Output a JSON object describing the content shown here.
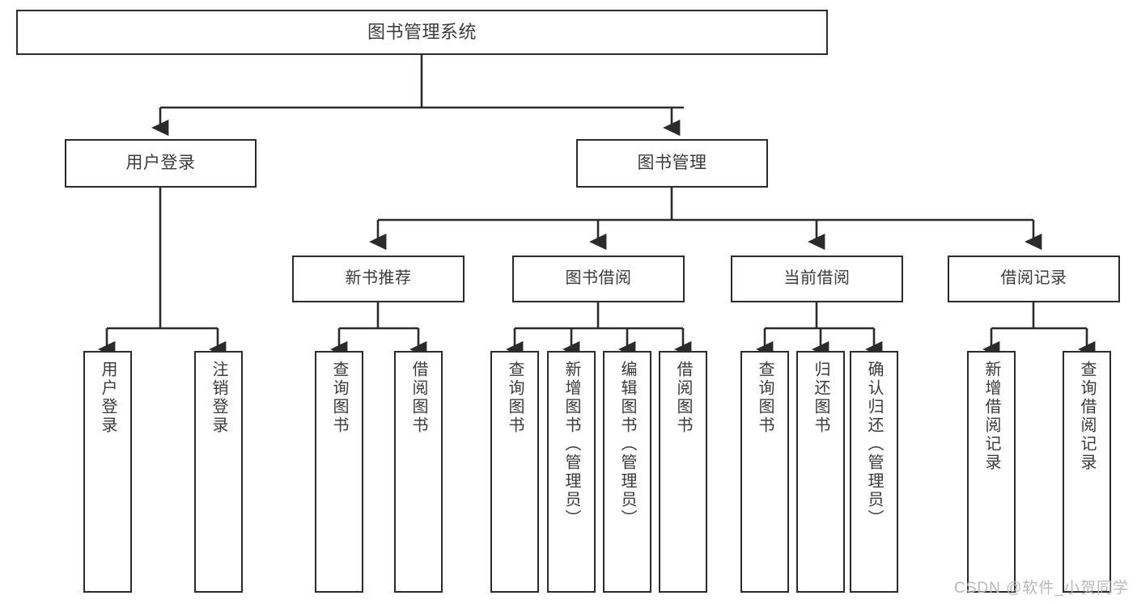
{
  "diagram": {
    "title": "图书管理系统",
    "type": "hierarchy-tree",
    "orientation": "top-down",
    "colors": {
      "stroke": "#2b2b2b",
      "fill": "#ffffff",
      "text": "#3b3b3b",
      "watermark": "#b9b9b9",
      "background": "#ffffff"
    },
    "levels": {
      "root": [
        "图书管理系统"
      ],
      "level2": [
        "用户登录",
        "图书管理"
      ],
      "level3": [
        "新书推荐",
        "图书借阅",
        "当前借阅",
        "借阅记录"
      ],
      "leaves": [
        "用户登录",
        "注销登录",
        "查询图书",
        "借阅图书",
        "查询图书",
        "新增图书（管理员）",
        "编辑图书（管理员）",
        "借阅图书",
        "查询图书",
        "归还图书",
        "确认归还（管理员）",
        "新增借阅记录",
        "查询借阅记录"
      ]
    }
  },
  "nodes": {
    "root": {
      "label": "图书管理系统"
    },
    "user_login": {
      "label": "用户登录"
    },
    "book_manage": {
      "label": "图书管理"
    },
    "new_book_rec": {
      "label": "新书推荐"
    },
    "book_borrow": {
      "label": "图书借阅"
    },
    "current_borrow": {
      "label": "当前借阅"
    },
    "borrow_record": {
      "label": "借阅记录"
    },
    "leaf_user_login": {
      "label": "用户登录"
    },
    "leaf_logout": {
      "label": "注销登录"
    },
    "leaf_query_book_a": {
      "label": "查询图书"
    },
    "leaf_borrow_book_a": {
      "label": "借阅图书"
    },
    "leaf_query_book_b": {
      "label": "查询图书"
    },
    "leaf_add_book": {
      "label": "新增图书（管理员）"
    },
    "leaf_edit_book": {
      "label": "编辑图书（管理员）"
    },
    "leaf_borrow_book_b": {
      "label": "借阅图书"
    },
    "leaf_query_book_c": {
      "label": "查询图书"
    },
    "leaf_return_book": {
      "label": "归还图书"
    },
    "leaf_confirm_return": {
      "label": "确认归还（管理员）"
    },
    "leaf_add_record": {
      "label": "新增借阅记录"
    },
    "leaf_query_record": {
      "label": "查询借阅记录"
    }
  },
  "watermark": {
    "text": "CSDN @软件_小贺同学"
  }
}
